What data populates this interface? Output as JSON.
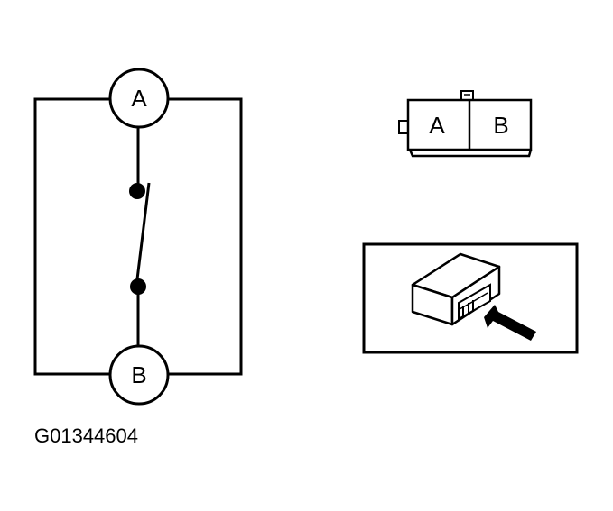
{
  "schematic": {
    "terminal_top": "A",
    "terminal_bottom": "B"
  },
  "connector": {
    "pin_left": "A",
    "pin_right": "B"
  },
  "figure_id": "G01344604",
  "colors": {
    "line": "#000000",
    "background": "#ffffff"
  }
}
